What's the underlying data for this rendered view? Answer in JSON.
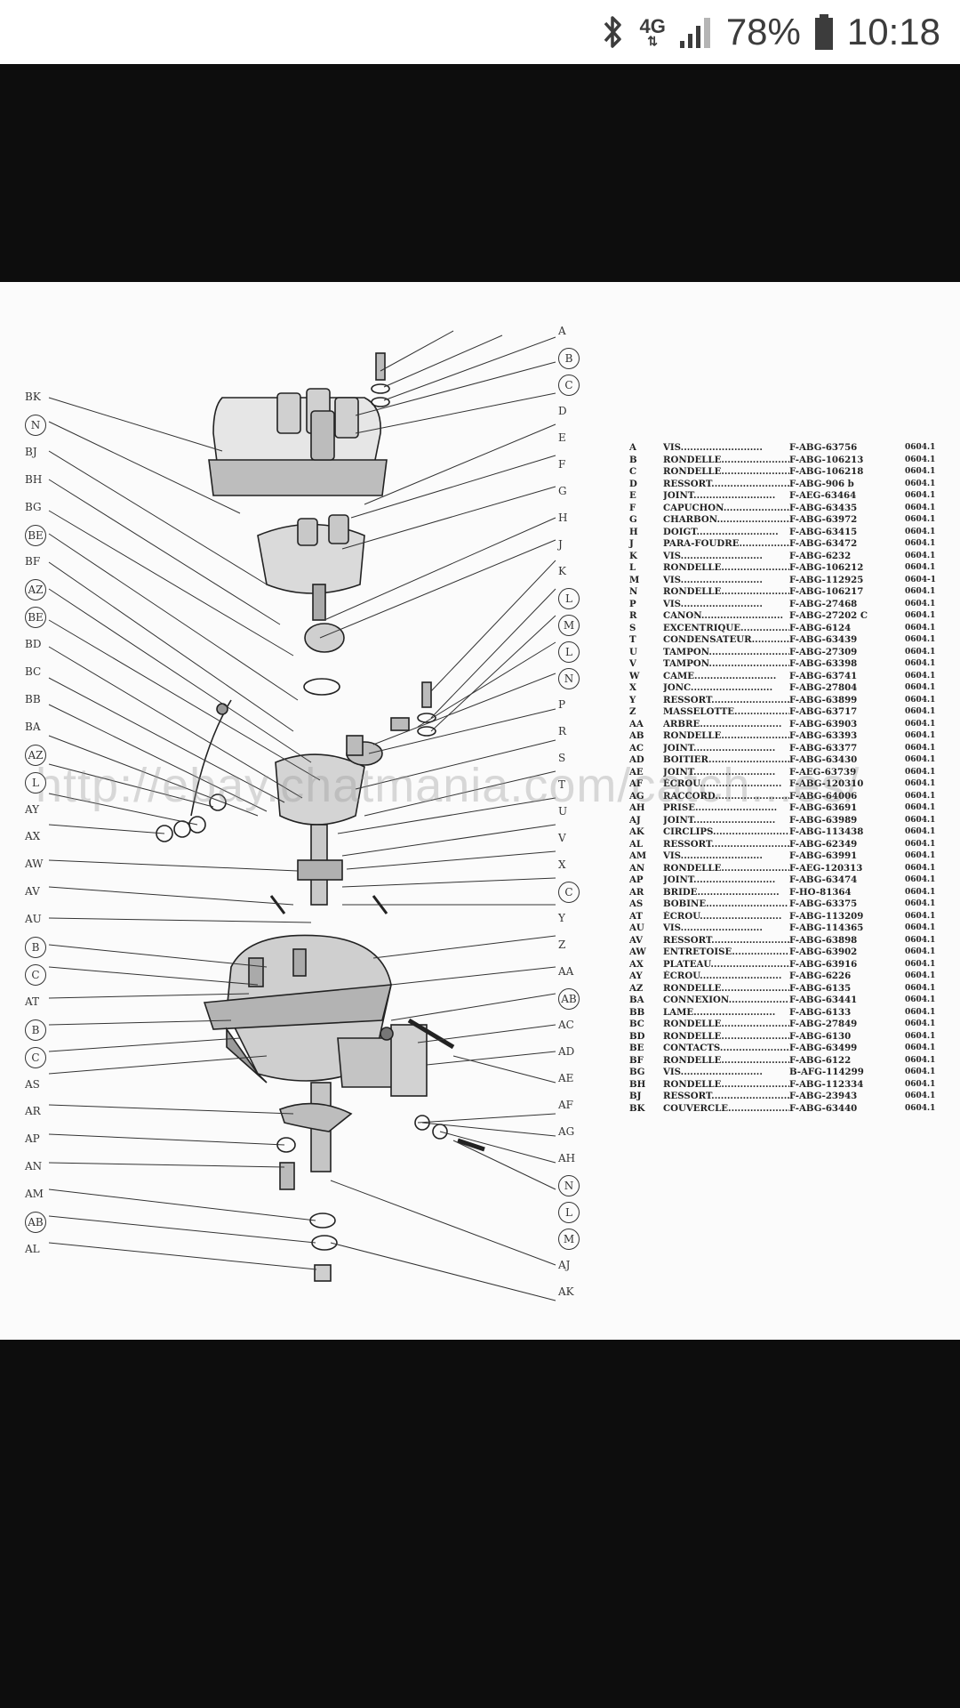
{
  "status_bar": {
    "network": "4G",
    "battery": "78%",
    "time": "10:18"
  },
  "image": {
    "watermark": "http://ebay.chatmania.com/catch...es/",
    "callout_labels": {
      "left": [
        "BK",
        "N",
        "BJ",
        "BH",
        "BG",
        "BE",
        "BF",
        "AZ",
        "BE",
        "BD",
        "BC",
        "BB",
        "BA",
        "AZ",
        "L",
        "AY",
        "AX",
        "AW",
        "AV",
        "AU",
        "B",
        "C",
        "AT",
        "B",
        "C",
        "AS",
        "AR",
        "AP",
        "AN",
        "AM",
        "AB",
        "AL"
      ],
      "right": [
        "A",
        "B",
        "C",
        "D",
        "E",
        "F",
        "G",
        "H",
        "J",
        "K",
        "L",
        "M",
        "L",
        "N",
        "P",
        "R",
        "S",
        "T",
        "U",
        "V",
        "X",
        "C",
        "Y",
        "Z",
        "AA",
        "AB",
        "AC",
        "AD",
        "AE",
        "AF",
        "AG",
        "AH",
        "N",
        "L",
        "M",
        "AJ",
        "AK"
      ]
    },
    "parts": [
      {
        "code": "A",
        "name": "VIS",
        "ref": "F-ABG-63756",
        "grp": "0604.1"
      },
      {
        "code": "B",
        "name": "RONDELLE",
        "ref": "F-ABG-106213",
        "grp": "0604.1"
      },
      {
        "code": "C",
        "name": "RONDELLE",
        "ref": "F-ABG-106218",
        "grp": "0604.1"
      },
      {
        "code": "D",
        "name": "RESSORT",
        "ref": "F-ABG-906 b",
        "grp": "0604.1"
      },
      {
        "code": "E",
        "name": "JOINT",
        "ref": "F-AEG-63464",
        "grp": "0604.1"
      },
      {
        "code": "F",
        "name": "CAPUCHON",
        "ref": "F-ABG-63435",
        "grp": "0604.1"
      },
      {
        "code": "G",
        "name": "CHARBON",
        "ref": "F-ABG-63972",
        "grp": "0604.1"
      },
      {
        "code": "H",
        "name": "DOIGT",
        "ref": "F-ABG-63415",
        "grp": "0604.1"
      },
      {
        "code": "J",
        "name": "PARA-FOUDRE",
        "ref": "F-ABG-63472",
        "grp": "0604.1"
      },
      {
        "code": "K",
        "name": "VIS",
        "ref": "F-ABG-6232",
        "grp": "0604.1"
      },
      {
        "code": "L",
        "name": "RONDELLE",
        "ref": "F-ABG-106212",
        "grp": "0604.1"
      },
      {
        "code": "M",
        "name": "VIS",
        "ref": "F-ABG-112925",
        "grp": "0604-1"
      },
      {
        "code": "N",
        "name": "RONDELLE",
        "ref": "F-ABG-106217",
        "grp": "0604.1"
      },
      {
        "code": "P",
        "name": "VIS",
        "ref": "F-ABG-27468",
        "grp": "0604.1"
      },
      {
        "code": "R",
        "name": "CANON",
        "ref": "F-ABG-27202 C",
        "grp": "0604.1"
      },
      {
        "code": "S",
        "name": "EXCENTRIQUE",
        "ref": "F-ABG-6124",
        "grp": "0604.1"
      },
      {
        "code": "T",
        "name": "CONDENSATEUR",
        "ref": "F-ABG-63439",
        "grp": "0604.1"
      },
      {
        "code": "U",
        "name": "TAMPON",
        "ref": "F-ABG-27309",
        "grp": "0604.1"
      },
      {
        "code": "V",
        "name": "TAMPON",
        "ref": "F-ABG-63398",
        "grp": "0604.1"
      },
      {
        "code": "W",
        "name": "CAME",
        "ref": "F-ABG-63741",
        "grp": "0604.1"
      },
      {
        "code": "X",
        "name": "JONC",
        "ref": "F-ABG-27804",
        "grp": "0604.1"
      },
      {
        "code": "Y",
        "name": "RESSORT",
        "ref": "F-ABG-63899",
        "grp": "0604.1"
      },
      {
        "code": "Z",
        "name": "MASSELOTTE",
        "ref": "F-ABG-63717",
        "grp": "0604.1"
      },
      {
        "code": "AA",
        "name": "ARBRE",
        "ref": "F-ABG-63903",
        "grp": "0604.1"
      },
      {
        "code": "AB",
        "name": "RONDELLE",
        "ref": "F-ABG-63393",
        "grp": "0604.1"
      },
      {
        "code": "AC",
        "name": "JOINT",
        "ref": "F-ABG-63377",
        "grp": "0604.1"
      },
      {
        "code": "AD",
        "name": "BOITIER",
        "ref": "F-ABG-63430",
        "grp": "0604.1"
      },
      {
        "code": "AE",
        "name": "JOINT",
        "ref": "F-AEG-63739",
        "grp": "0604.1"
      },
      {
        "code": "AF",
        "name": "ÉCROU",
        "ref": "F-ABG-120310",
        "grp": "0604.1"
      },
      {
        "code": "AG",
        "name": "RACCORD",
        "ref": "F-ABG-64006",
        "grp": "0604.1"
      },
      {
        "code": "AH",
        "name": "PRISE",
        "ref": "F-ABG-63691",
        "grp": "0604.1"
      },
      {
        "code": "AJ",
        "name": "JOINT",
        "ref": "F-ABG-63989",
        "grp": "0604.1"
      },
      {
        "code": "AK",
        "name": "CIRCLIPS",
        "ref": "F-ABG-113438",
        "grp": "0604.1"
      },
      {
        "code": "AL",
        "name": "RESSORT",
        "ref": "F-ABG-62349",
        "grp": "0604.1"
      },
      {
        "code": "AM",
        "name": "VIS",
        "ref": "F-ABG-63991",
        "grp": "0604.1"
      },
      {
        "code": "AN",
        "name": "RONDELLE",
        "ref": "F-AEG-120313",
        "grp": "0604.1"
      },
      {
        "code": "AP",
        "name": "JOINT",
        "ref": "F-ABG-63474",
        "grp": "0604.1"
      },
      {
        "code": "AR",
        "name": "BRIDE",
        "ref": "F-HO-81364",
        "grp": "0604.1"
      },
      {
        "code": "AS",
        "name": "BOBINE",
        "ref": "F-ABG-63375",
        "grp": "0604.1"
      },
      {
        "code": "AT",
        "name": "ÉCROU",
        "ref": "F-ABG-113209",
        "grp": "0604.1"
      },
      {
        "code": "AU",
        "name": "VIS",
        "ref": "F-ABG-114365",
        "grp": "0604.1"
      },
      {
        "code": "AV",
        "name": "RESSORT",
        "ref": "F-ABG-63898",
        "grp": "0604.1"
      },
      {
        "code": "AW",
        "name": "ENTRETOISE",
        "ref": "F-ABG-63902",
        "grp": "0604.1"
      },
      {
        "code": "AX",
        "name": "PLATEAU",
        "ref": "F-ABG-63916",
        "grp": "0604.1"
      },
      {
        "code": "AY",
        "name": "ÉCROU",
        "ref": "F-ABG-6226",
        "grp": "0604.1"
      },
      {
        "code": "AZ",
        "name": "RONDELLE",
        "ref": "F-ABG-6135",
        "grp": "0604.1"
      },
      {
        "code": "BA",
        "name": "CONNEXION",
        "ref": "F-ABG-63441",
        "grp": "0604.1"
      },
      {
        "code": "BB",
        "name": "LAME",
        "ref": "F-ABG-6133",
        "grp": "0604.1"
      },
      {
        "code": "BC",
        "name": "RONDELLE",
        "ref": "F-ABG-27849",
        "grp": "0604.1"
      },
      {
        "code": "BD",
        "name": "RONDELLE",
        "ref": "F-ABG-6130",
        "grp": "0604.1"
      },
      {
        "code": "BE",
        "name": "CONTACTS",
        "ref": "F-ABG-63499",
        "grp": "0604.1"
      },
      {
        "code": "BF",
        "name": "RONDELLE",
        "ref": "F-ABG-6122",
        "grp": "0604.1"
      },
      {
        "code": "BG",
        "name": "VIS",
        "ref": "B-AFG-114299",
        "grp": "0604.1"
      },
      {
        "code": "BH",
        "name": "RONDELLE",
        "ref": "F-ABG-112334",
        "grp": "0604.1"
      },
      {
        "code": "BJ",
        "name": "RESSORT",
        "ref": "F-ABG-23943",
        "grp": "0604.1"
      },
      {
        "code": "BK",
        "name": "COUVERCLE",
        "ref": "F-ABG-63440",
        "grp": "0604.1"
      }
    ]
  },
  "colors": {
    "status_bar_bg": "#ffffff",
    "viewer_bg": "#0d0d0d",
    "image_bg": "#fbfbfb",
    "ink": "#222222"
  }
}
